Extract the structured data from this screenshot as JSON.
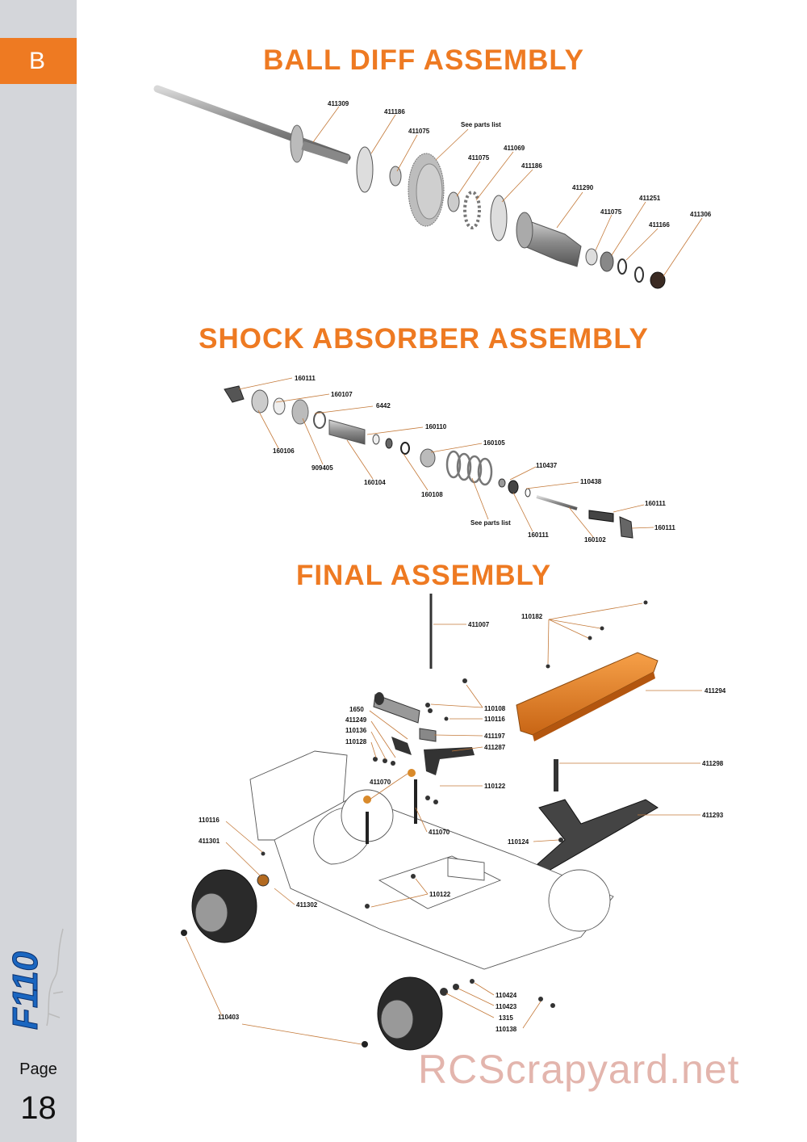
{
  "section_letter": "B",
  "headings": {
    "ball_diff": "BALL DIFF ASSEMBLY",
    "shock": "SHOCK ABSORBER ASSEMBLY",
    "final": "FINAL ASSEMBLY"
  },
  "logo": "F110",
  "page_label": "Page",
  "page_number": "18",
  "watermark": "RCScrapyard.net",
  "ball_diff_labels": [
    "411309",
    "411186",
    "411075",
    "See parts list",
    "411075",
    "411069",
    "411186",
    "411290",
    "411251",
    "411075",
    "411166",
    "411306"
  ],
  "shock_labels": [
    "160111",
    "160107",
    "6442",
    "160110",
    "160105",
    "160106",
    "909405",
    "160104",
    "160108",
    "110437",
    "110438",
    "160111",
    "See parts list",
    "160111",
    "160102",
    "160111"
  ],
  "final_labels": [
    "411007",
    "110182",
    "411294",
    "110108",
    "110116",
    "411197",
    "411287",
    "1650",
    "411249",
    "110136",
    "110128",
    "411298",
    "411070",
    "110122",
    "411293",
    "110116",
    "411301",
    "411070",
    "110124",
    "411302",
    "110122",
    "110424",
    "110423",
    "1315",
    "110138",
    "110403"
  ],
  "colors": {
    "accent": "#ee7a22",
    "sidebar": "#d4d6da"
  }
}
